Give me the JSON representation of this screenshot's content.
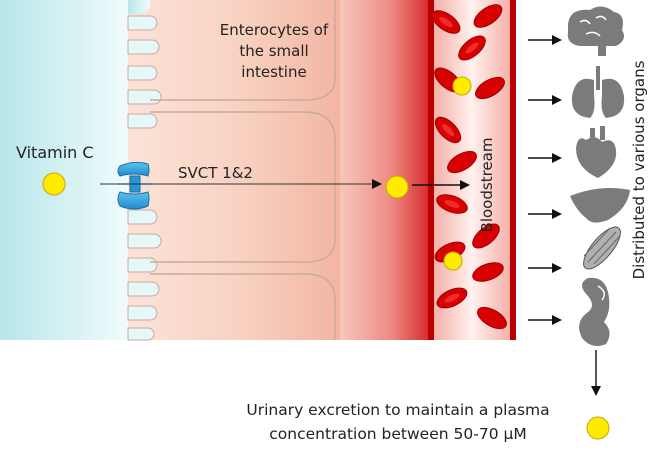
{
  "labels": {
    "enterocytes_line1": "Enterocytes of",
    "enterocytes_line2": "the small",
    "enterocytes_line3": "intestine",
    "vitamin_c": "Vitamin C",
    "transporter": "SVCT 1&2",
    "bloodstream": "Bloodstream",
    "distributed": "Distributed to various organs",
    "excretion_line1": "Urinary excretion to maintain a plasma",
    "excretion_line2": "concentration between 50-70 µM"
  },
  "organs": [
    "brain-icon",
    "lungs-icon",
    "heart-icon",
    "liver-icon",
    "muscle-icon",
    "kidney-icon"
  ],
  "colors": {
    "lumen": "#c9ecef",
    "cell": "#f6c7b4",
    "blood_red": "#d10000",
    "rbc": "#dd0000",
    "vitamin_c": "#ffeb00",
    "transporter": "#2ea6df",
    "organ_gray": "#7b7b7b"
  }
}
